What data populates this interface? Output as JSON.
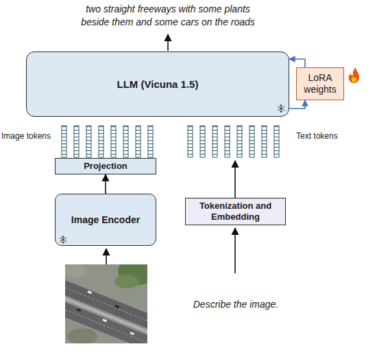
{
  "diagram": {
    "nodes": [
      {
        "text": [
          "LLM (Vicuna 1.5)"
        ]
      },
      {
        "text": [
          "LoRA weights"
        ]
      },
      {
        "text": [
          "Projection"
        ]
      },
      {
        "text": [
          "Image Encoder"
        ]
      },
      {
        "text": [
          "Tokenization and Embedding"
        ]
      }
    ],
    "edges": [
      {
        "from": 3,
        "to": 2,
        "arrow": "to"
      },
      {
        "from": 0,
        "to": 1,
        "arrow": "to"
      },
      {
        "from": 1,
        "to": 0,
        "arrow": "to"
      }
    ],
    "labels": [
      "two straight freeways with some plants beside them and some cars on the roads",
      "Image tokens",
      "Text tokens",
      "Describe the image."
    ]
  }
}
